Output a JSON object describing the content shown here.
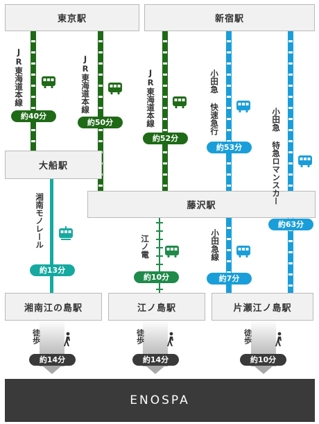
{
  "stations": {
    "tokyo": "東京駅",
    "shinjuku": "新宿駅",
    "ofuna": "大船駅",
    "fujisawa": "藤沢駅",
    "shonan_enoshima": "湘南江の島駅",
    "enoshima": "江ノ島駅",
    "katase_enoshima": "片瀬江ノ島駅"
  },
  "routes": {
    "tokyo_ofuna": {
      "label": "JR東海道本線",
      "time": "約40分"
    },
    "tokyo_fujisawa": {
      "label": "JR東海道本線",
      "time": "約50分"
    },
    "shinjuku_fujisawa_jr": {
      "label": "JR東海道本線",
      "time": "約52分"
    },
    "odakyu_rapid": {
      "label": "小田急 快速急行",
      "time": "約53分"
    },
    "odakyu_romancecar": {
      "label": "小田急 特急ロマンスカー",
      "time": "約63分"
    },
    "shonan_monorail": {
      "label": "湘南モノレール",
      "time": "約13分"
    },
    "enoden": {
      "label": "江ノ電",
      "time": "約10分"
    },
    "odakyu_line": {
      "label": "小田急線",
      "time": "約7分"
    }
  },
  "walk": {
    "label": "徒歩",
    "times": [
      "約14分",
      "約14分",
      "約10分"
    ]
  },
  "destination": "ENOSPA",
  "icons": [
    "train-icon",
    "monorail-icon",
    "walking-person-icon"
  ],
  "colors": {
    "jr": "#1f6a17",
    "odakyu": "#1a9ed9",
    "monorail": "#17a9a0",
    "enoden": "#1f8a4a",
    "walk_badge": "#3a3a3a"
  }
}
